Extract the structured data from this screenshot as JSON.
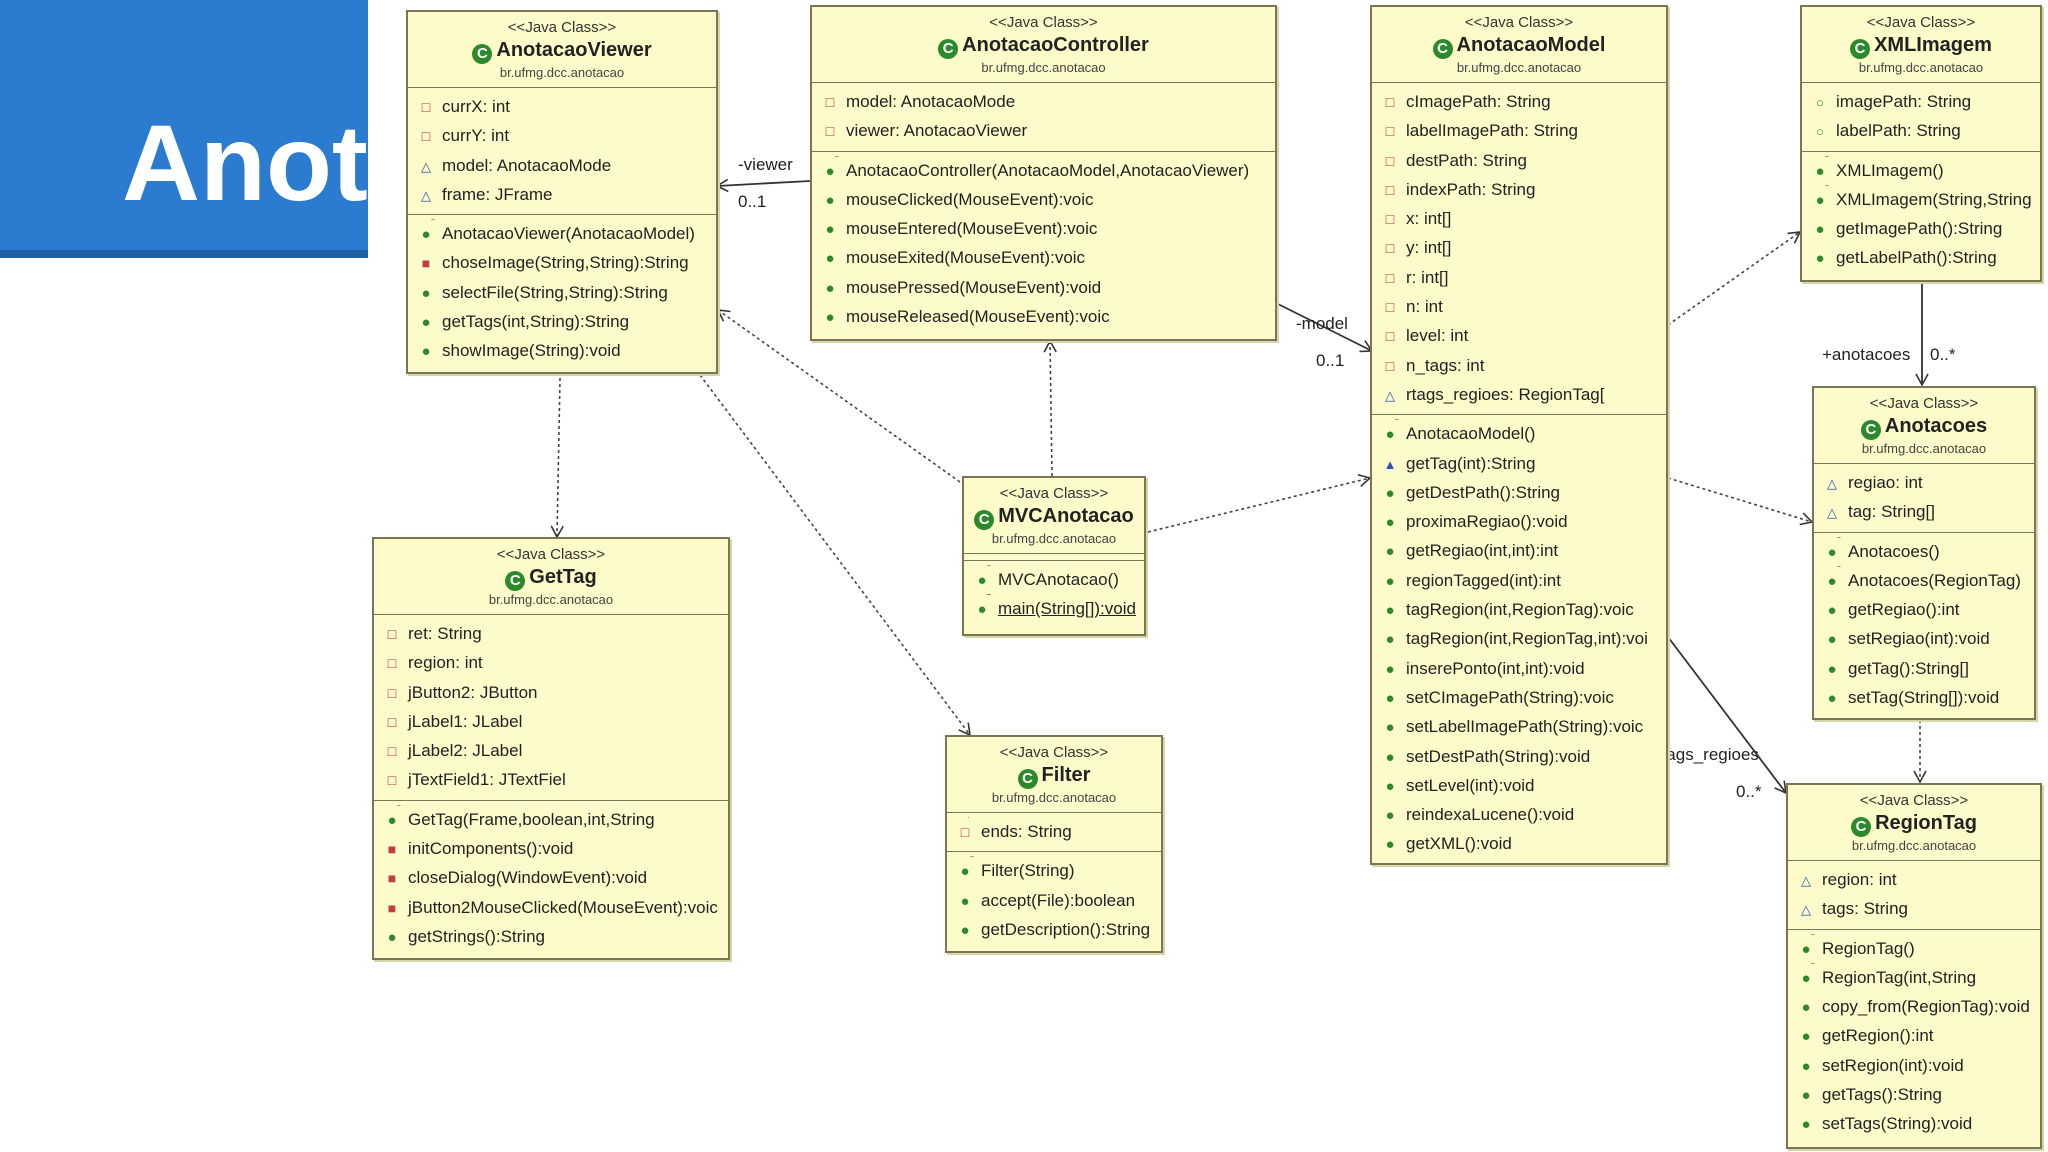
{
  "banner": {
    "title": "Anotacao"
  },
  "stereotype": "<<Java Class>>",
  "package": "br.ufmg.dcc.anotacao",
  "classes": {
    "viewer": {
      "name": "AnotacaoViewer",
      "attributes": [
        {
          "vis": "private",
          "text": "currX: int"
        },
        {
          "vis": "private",
          "text": "currY: int"
        },
        {
          "vis": "package",
          "text": "model: AnotacaoMode"
        },
        {
          "vis": "package",
          "text": "frame: JFrame"
        }
      ],
      "methods": [
        {
          "vis": "ctor",
          "text": "AnotacaoViewer(AnotacaoModel)"
        },
        {
          "vis": "private-method",
          "text": "choseImage(String,String):String"
        },
        {
          "vis": "public",
          "text": "selectFile(String,String):String"
        },
        {
          "vis": "public",
          "text": "getTags(int,String):String"
        },
        {
          "vis": "public",
          "text": "showImage(String):void"
        }
      ]
    },
    "controller": {
      "name": "AnotacaoController",
      "attributes": [
        {
          "vis": "private",
          "text": "model: AnotacaoMode"
        },
        {
          "vis": "private",
          "text": "viewer: AnotacaoViewer"
        }
      ],
      "methods": [
        {
          "vis": "ctor",
          "text": "AnotacaoController(AnotacaoModel,AnotacaoViewer)"
        },
        {
          "vis": "public",
          "text": "mouseClicked(MouseEvent):voic"
        },
        {
          "vis": "public",
          "text": "mouseEntered(MouseEvent):voic"
        },
        {
          "vis": "public",
          "text": "mouseExited(MouseEvent):voic"
        },
        {
          "vis": "public",
          "text": "mousePressed(MouseEvent):void"
        },
        {
          "vis": "public",
          "text": "mouseReleased(MouseEvent):voic"
        }
      ]
    },
    "model": {
      "name": "AnotacaoModel",
      "attributes": [
        {
          "vis": "private",
          "text": "cImagePath: String"
        },
        {
          "vis": "private",
          "text": "labelImagePath: String"
        },
        {
          "vis": "private",
          "text": "destPath: String"
        },
        {
          "vis": "private",
          "text": "indexPath: String"
        },
        {
          "vis": "private",
          "text": "x: int[]"
        },
        {
          "vis": "private",
          "text": "y: int[]"
        },
        {
          "vis": "private",
          "text": "r: int[]"
        },
        {
          "vis": "private",
          "text": "n: int"
        },
        {
          "vis": "private",
          "text": "level: int"
        },
        {
          "vis": "private",
          "text": "n_tags: int"
        },
        {
          "vis": "package",
          "text": "rtags_regioes: RegionTag["
        }
      ],
      "methods": [
        {
          "vis": "ctor",
          "text": "AnotacaoModel()"
        },
        {
          "vis": "package-method",
          "text": "getTag(int):String"
        },
        {
          "vis": "public",
          "text": "getDestPath():String"
        },
        {
          "vis": "public",
          "text": "proximaRegiao():void"
        },
        {
          "vis": "public",
          "text": "getRegiao(int,int):int"
        },
        {
          "vis": "public",
          "text": "regionTagged(int):int"
        },
        {
          "vis": "public",
          "text": "tagRegion(int,RegionTag):voic"
        },
        {
          "vis": "public",
          "text": "tagRegion(int,RegionTag,int):voi"
        },
        {
          "vis": "public",
          "text": "inserePonto(int,int):void"
        },
        {
          "vis": "public",
          "text": "setCImagePath(String):voic"
        },
        {
          "vis": "public",
          "text": "setLabelImagePath(String):voic"
        },
        {
          "vis": "public",
          "text": "setDestPath(String):void"
        },
        {
          "vis": "public",
          "text": "setLevel(int):void"
        },
        {
          "vis": "public",
          "text": "reindexaLucene():void"
        },
        {
          "vis": "public",
          "text": "getXML():void"
        }
      ]
    },
    "xmlimagem": {
      "name": "XMLImagem",
      "attributes": [
        {
          "vis": "public-field",
          "text": "imagePath: String"
        },
        {
          "vis": "public-field",
          "text": "labelPath: String"
        }
      ],
      "methods": [
        {
          "vis": "ctor",
          "text": "XMLImagem()"
        },
        {
          "vis": "ctor",
          "text": "XMLImagem(String,String"
        },
        {
          "vis": "public",
          "text": "getImagePath():String"
        },
        {
          "vis": "public",
          "text": "getLabelPath():String"
        }
      ]
    },
    "anotacoes": {
      "name": "Anotacoes",
      "attributes": [
        {
          "vis": "package",
          "text": "regiao: int"
        },
        {
          "vis": "package",
          "text": "tag: String[]"
        }
      ],
      "methods": [
        {
          "vis": "ctor",
          "text": "Anotacoes()"
        },
        {
          "vis": "ctor",
          "text": "Anotacoes(RegionTag)"
        },
        {
          "vis": "public",
          "text": "getRegiao():int"
        },
        {
          "vis": "public",
          "text": "setRegiao(int):void"
        },
        {
          "vis": "public",
          "text": "getTag():String[]"
        },
        {
          "vis": "public",
          "text": "setTag(String[]):void"
        }
      ]
    },
    "gettag": {
      "name": "GetTag",
      "attributes": [
        {
          "vis": "private",
          "text": "ret: String"
        },
        {
          "vis": "private",
          "text": "region: int"
        },
        {
          "vis": "private",
          "text": "jButton2: JButton"
        },
        {
          "vis": "private",
          "text": "jLabel1: JLabel"
        },
        {
          "vis": "private",
          "text": "jLabel2: JLabel"
        },
        {
          "vis": "private",
          "text": "jTextField1: JTextFiel"
        }
      ],
      "methods": [
        {
          "vis": "ctor",
          "text": "GetTag(Frame,boolean,int,String"
        },
        {
          "vis": "private-method",
          "text": "initComponents():void"
        },
        {
          "vis": "private-method",
          "text": "closeDialog(WindowEvent):void"
        },
        {
          "vis": "private-method",
          "text": "jButton2MouseClicked(MouseEvent):voic"
        },
        {
          "vis": "public",
          "text": "getStrings():String"
        }
      ]
    },
    "mvc": {
      "name": "MVCAnotacao",
      "attributes": [],
      "methods": [
        {
          "vis": "ctor",
          "text": "MVCAnotacao()"
        },
        {
          "vis": "static",
          "text": "main(String[]):void"
        }
      ]
    },
    "filter": {
      "name": "Filter",
      "attributes": [
        {
          "vis": "final",
          "text": "ends: String"
        }
      ],
      "methods": [
        {
          "vis": "ctor",
          "text": "Filter(String)"
        },
        {
          "vis": "public",
          "text": "accept(File):boolean"
        },
        {
          "vis": "public",
          "text": "getDescription():String"
        }
      ]
    },
    "regiontag": {
      "name": "RegionTag",
      "attributes": [
        {
          "vis": "package",
          "text": "region: int"
        },
        {
          "vis": "package",
          "text": "tags: String"
        }
      ],
      "methods": [
        {
          "vis": "ctor",
          "text": "RegionTag()"
        },
        {
          "vis": "ctor",
          "text": "RegionTag(int,String"
        },
        {
          "vis": "public",
          "text": "copy_from(RegionTag):void"
        },
        {
          "vis": "public",
          "text": "getRegion():int"
        },
        {
          "vis": "public",
          "text": "setRegion(int):void"
        },
        {
          "vis": "public",
          "text": "getTags():String"
        },
        {
          "vis": "public",
          "text": "setTags(String):void"
        }
      ]
    }
  },
  "relations": {
    "viewer_role": "-viewer",
    "viewer_mult": "0..1",
    "model_role": "-model",
    "model_mult": "0..1",
    "anotacoes_role": "+anotacoes",
    "anotacoes_mult": "0..*",
    "regioes_role": "~rtags_regioes",
    "regioes_mult": "0..*"
  }
}
